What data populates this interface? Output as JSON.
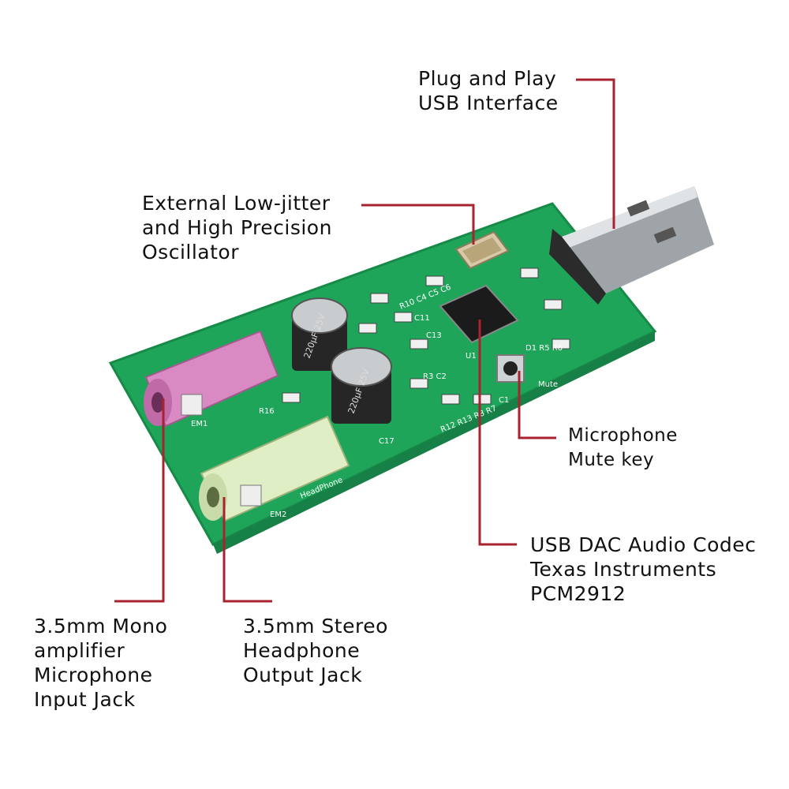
{
  "colors": {
    "callout_line": "#a8232f",
    "pcb_green": "#1fa55a",
    "pcb_edge": "#178a48",
    "pink_jack": "#d98ac2",
    "green_jack": "#dfeec4",
    "usb_metal": "#c9cdd0",
    "chip": "#1b1b1b",
    "capacitor": "#262626"
  },
  "callouts": {
    "usb": {
      "lines": [
        "Plug and Play",
        "USB Interface"
      ]
    },
    "oscillator": {
      "lines": [
        "External Low-jitter",
        "and High Precision",
        "Oscillator"
      ]
    },
    "mute": {
      "lines": [
        "Microphone",
        "Mute key"
      ]
    },
    "codec": {
      "lines": [
        "USB DAC Audio Codec",
        "Texas Instruments",
        "PCM2912"
      ]
    },
    "mic_jack": {
      "lines": [
        "3.5mm Mono",
        "amplifier",
        "Microphone",
        "Input Jack"
      ]
    },
    "headphone_jack": {
      "lines": [
        "3.5mm Stereo",
        "Headphone",
        "Output Jack"
      ]
    }
  },
  "board": {
    "silkscreen": {
      "em1": "EM1",
      "em2": "EM2",
      "headphone": "HeadPhone",
      "c17": "C17",
      "r16": "R16",
      "r3c2": "R3 C2",
      "c11": "C11",
      "c13": "C13",
      "u1": "U1",
      "c1": "C1",
      "mute": "Mute",
      "r12r13": "R12 R13 R8 R7",
      "d1r5": "D1 R5 R6",
      "r10": "R10 C4 C5 C6",
      "cap_text_1": "220μF 25V",
      "cap_text_2": "220μF 25V"
    }
  }
}
